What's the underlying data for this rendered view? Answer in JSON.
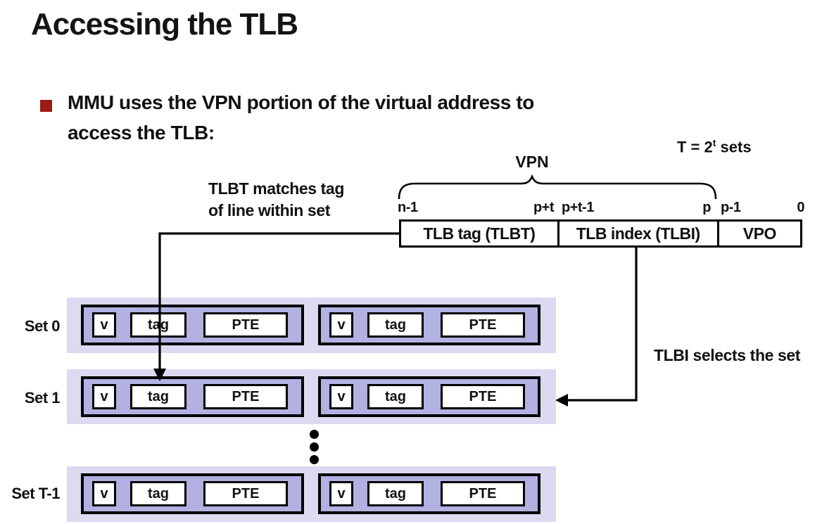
{
  "title": "Accessing the TLB",
  "bullet": {
    "line1": "MMU uses the VPN portion of the virtual address to",
    "line2": "access the TLB:"
  },
  "diagram": {
    "sets_count_note": {
      "prefix": "T = 2",
      "sup": "t",
      "suffix": " sets"
    },
    "vpn_label": "VPN",
    "bit_labels": {
      "tlbt_left": "n-1",
      "tlbt_right": "p+t",
      "tlbi_left": "p+t-1",
      "tlbi_right": "p",
      "vpo_left": "p-1",
      "vpo_right": "0"
    },
    "address_box": {
      "tlbt": "TLB tag (TLBT)",
      "tlbi": "TLB index (TLBI)",
      "vpo": "VPO"
    },
    "annotation_tlbt": {
      "line1": "TLBT matches tag",
      "line2": "of line within set"
    },
    "annotation_tlbi": "TLBI selects the set",
    "set_labels": {
      "set0": "Set 0",
      "set1": "Set 1",
      "setT": "Set T-1"
    },
    "line_cells": {
      "v": "v",
      "tag": "tag",
      "pte": "PTE"
    }
  },
  "colors": {
    "bullet_red": "#9b1b15",
    "row_background": "#dcdaf0",
    "line_fill": "#b3b1e2",
    "box_border": "#000000",
    "text": "#111111"
  }
}
